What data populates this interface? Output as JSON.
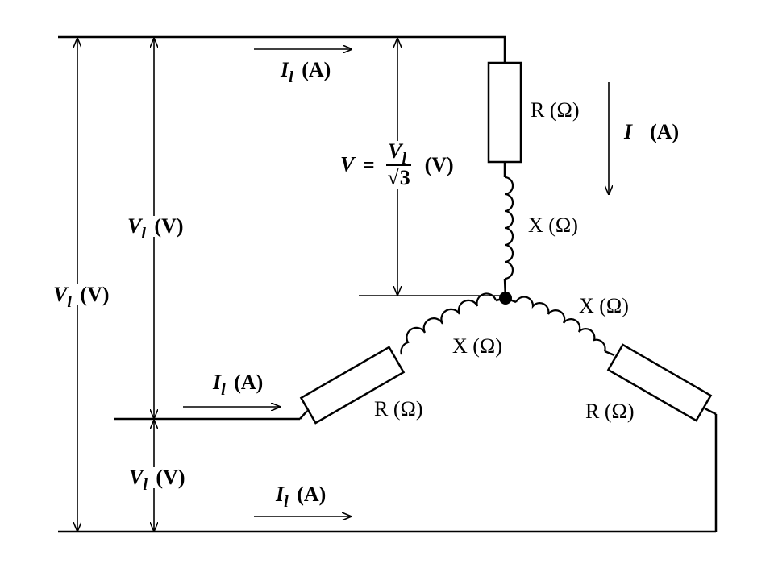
{
  "labels": {
    "il_top": {
      "sym": "I",
      "sub": "l",
      "unit": "(A)"
    },
    "il_mid": {
      "sym": "I",
      "sub": "l",
      "unit": "(A)"
    },
    "il_bot": {
      "sym": "I",
      "sub": "l",
      "unit": "(A)"
    },
    "vl_outer": {
      "sym": "V",
      "sub": "l",
      "unit": "(V)"
    },
    "vl_upper": {
      "sym": "V",
      "sub": "l",
      "unit": "(V)"
    },
    "vl_lower": {
      "sym": "V",
      "sub": "l",
      "unit": "(V)"
    },
    "phase_voltage": {
      "lhs": "V",
      "eq": "=",
      "num_sym": "V",
      "num_sub": "l",
      "den_root": "√",
      "den_val": "3",
      "unit": "(V)"
    },
    "phase_current": {
      "sym": "I",
      "unit": "(A)"
    },
    "r_top": "R (Ω)",
    "x_top": "X (Ω)",
    "x_left": "X (Ω)",
    "r_left": "R (Ω)",
    "x_right": "X (Ω)",
    "r_right": "R (Ω)"
  }
}
